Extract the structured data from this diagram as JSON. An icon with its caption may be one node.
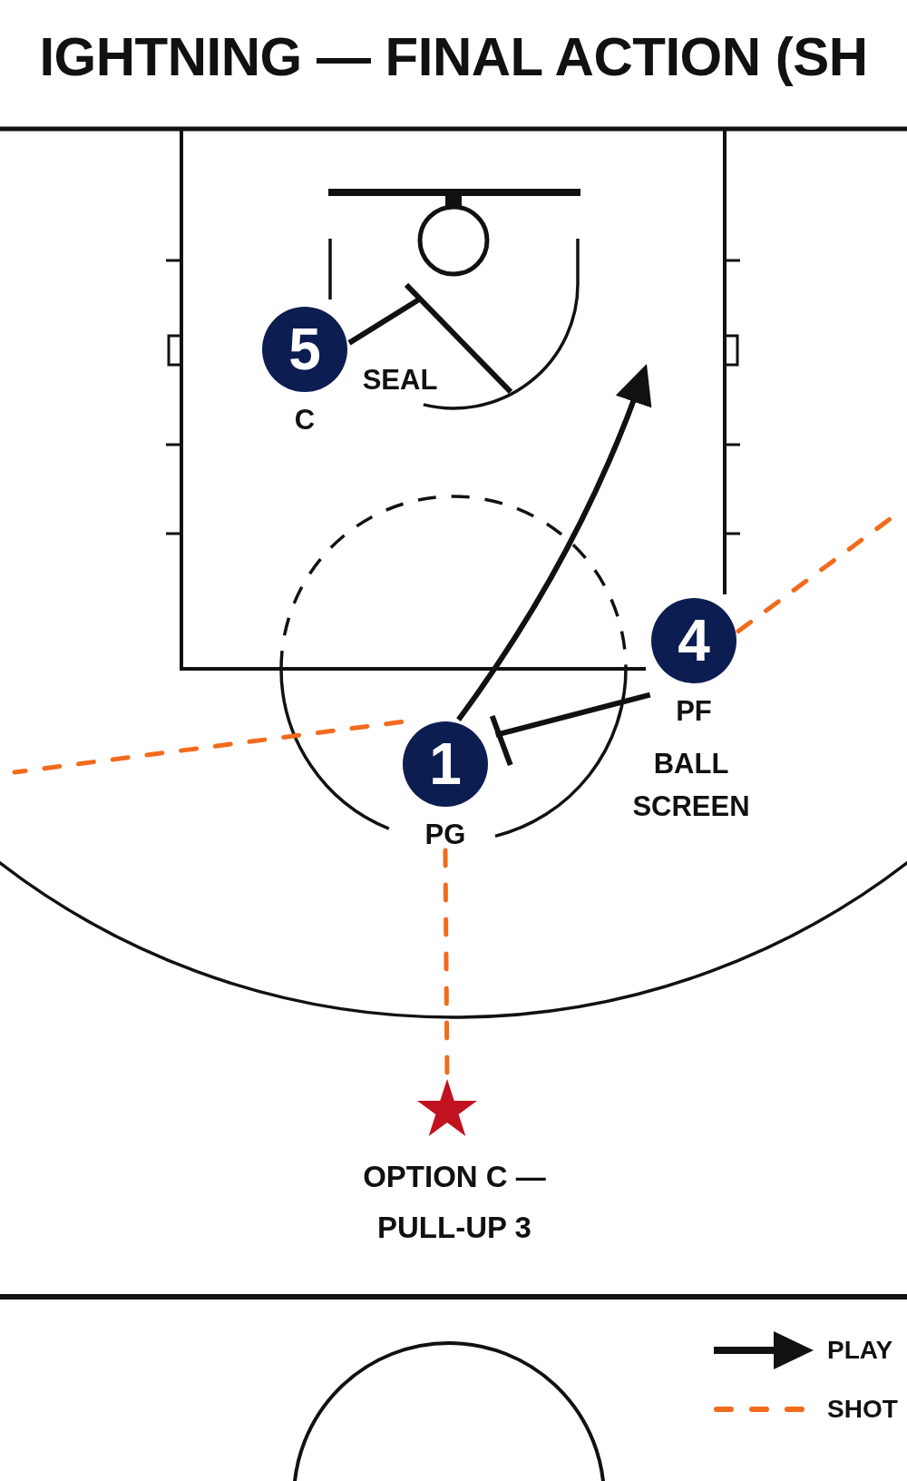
{
  "diagram": {
    "title": "IGHTNING — FINAL ACTION (SH",
    "nodes": [
      {
        "text": [
          "5",
          "C"
        ],
        "beside": [
          "SEAL"
        ]
      },
      {
        "text": [
          "4",
          "PF"
        ],
        "beside": [
          "BALL SCREEN"
        ]
      },
      {
        "text": [
          "1",
          "PG"
        ]
      },
      {
        "text": [],
        "shape": "star",
        "beside": [
          "OPTION C — PULL-UP 3"
        ]
      }
    ],
    "edges": [
      {
        "from": 0,
        "to": null,
        "arrow": "other"
      },
      {
        "from": 1,
        "to": 2,
        "arrow": "other"
      },
      {
        "from": 2,
        "to": null,
        "arrow": "to"
      },
      {
        "from": 2,
        "to": 3,
        "arrow": "none",
        "style": "dashed",
        "color": "#f26b1d"
      },
      {
        "from": 2,
        "to": null,
        "arrow": "none",
        "style": "dashed",
        "color": "#f26b1d"
      },
      {
        "from": 1,
        "to": null,
        "arrow": "none",
        "style": "dashed",
        "color": "#f26b1d"
      }
    ],
    "legend": [
      {
        "text": "PLAY"
      },
      {
        "text": "SHOT"
      }
    ]
  }
}
